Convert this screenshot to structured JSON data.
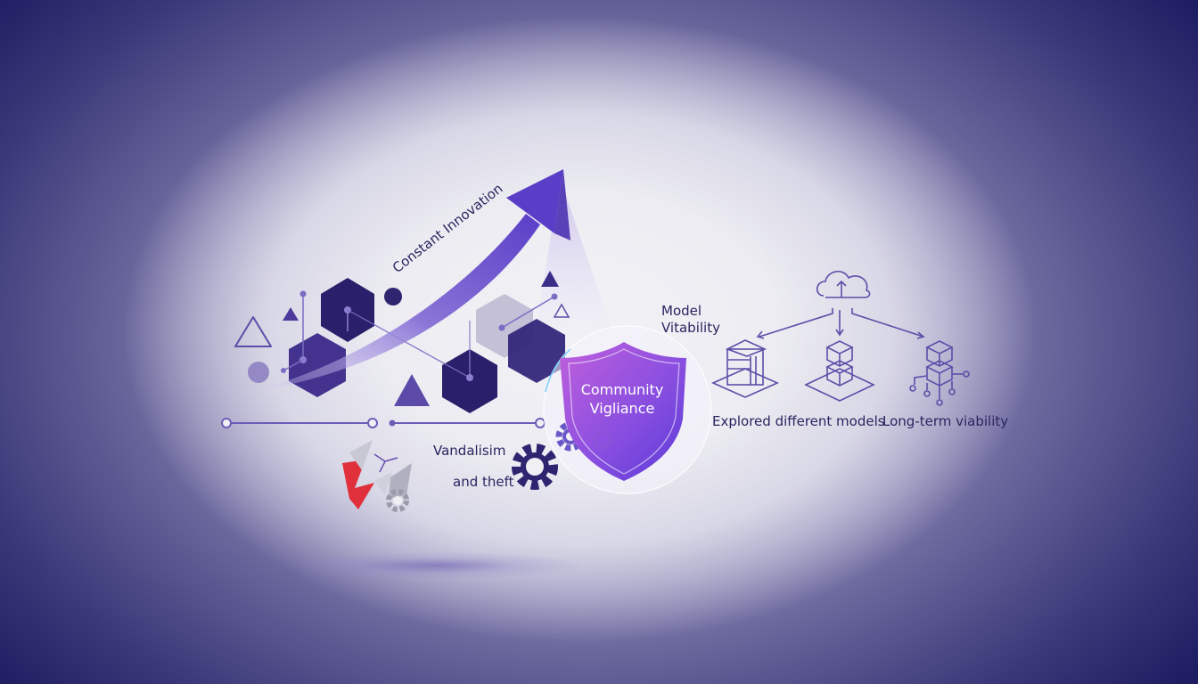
{
  "diagram": {
    "arrow_label": "Constant Innovation",
    "shield_label_line1": "Community",
    "shield_label_line2": "Vigliance",
    "model_viability_line1": "Model",
    "model_viability_line2": "Vitability",
    "threat_label_line1": "Vandalisim",
    "threat_label_line2": "and theft",
    "branch_labels": [
      "Explored different models",
      "Long-term viability"
    ],
    "icons": [
      "hexagon-cluster",
      "growth-arrow",
      "shield-icon",
      "gear-icon",
      "broken-shards-icon",
      "cloud-upload-icon",
      "building-icon",
      "stacked-cubes-icon",
      "network-cubes-icon"
    ]
  },
  "colors": {
    "dark_navy": "#1b1860",
    "deep_purple": "#2e2470",
    "mid_purple": "#4b3a9a",
    "accent_violet": "#6a4fd0",
    "shield_magenta": "#b05ad8",
    "alert_red": "#e0303c",
    "light_bg": "#efeff4"
  }
}
